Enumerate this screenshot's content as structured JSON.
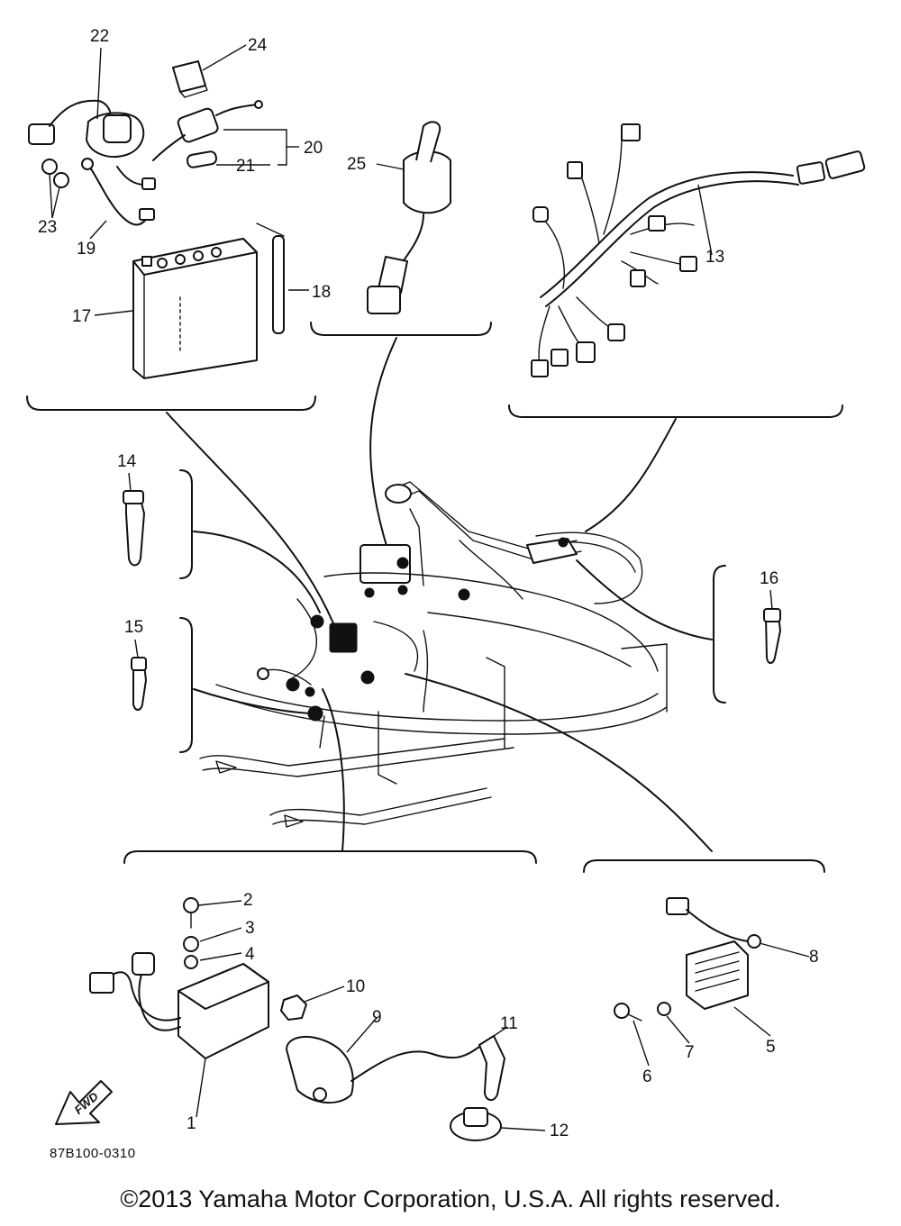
{
  "diagram": {
    "part_number": "87B100-0310",
    "fwd_label": "FWD",
    "callouts": {
      "c1": "1",
      "c2": "2",
      "c3": "3",
      "c4": "4",
      "c5": "5",
      "c6": "6",
      "c7": "7",
      "c8": "8",
      "c9": "9",
      "c10": "10",
      "c11": "11",
      "c12": "12",
      "c13": "13",
      "c14": "14",
      "c15": "15",
      "c16": "16",
      "c17": "17",
      "c18": "18",
      "c19": "19",
      "c20": "20",
      "c21": "21",
      "c22": "22",
      "c23": "23",
      "c24": "24",
      "c25": "25"
    }
  },
  "footer": {
    "copyright": "©2013 Yamaha Motor Corporation, U.S.A. All rights reserved."
  }
}
